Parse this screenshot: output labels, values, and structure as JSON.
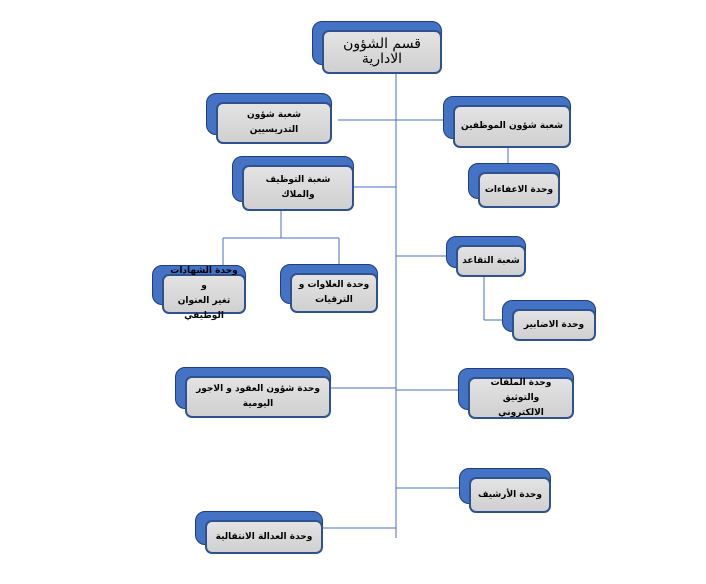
{
  "root": {
    "label": "قسم الشؤون الادارية"
  },
  "nodes": {
    "teaching": "شعبة شؤون التدريسيين",
    "employees": "شعبة شؤون الموظفين",
    "appointment": "شعبة التوظيف والملاك",
    "exemptions": "وحدة الاعفاءات",
    "certificates": "وحدة الشهادات و\nتغير العنوان الوظيفي",
    "bonuses": "وحدة العلاوات و\nالترقيات",
    "retirement": "شعبة التقاعد",
    "dossiers": "وحدة الاضابير",
    "contracts": "وحدة شؤون العقود و الاجور\nاليومية",
    "files": "وحدة الملفات والتوثيق\nالالكتروني",
    "archive": "وحدة الأرشيف",
    "justice": "وحدة العدالة الانتقالية"
  },
  "colors": {
    "box_fill": "#d6d6d6",
    "box_shadow": "#4472c4",
    "border": "#2f528f",
    "connector": "#4472c4"
  }
}
